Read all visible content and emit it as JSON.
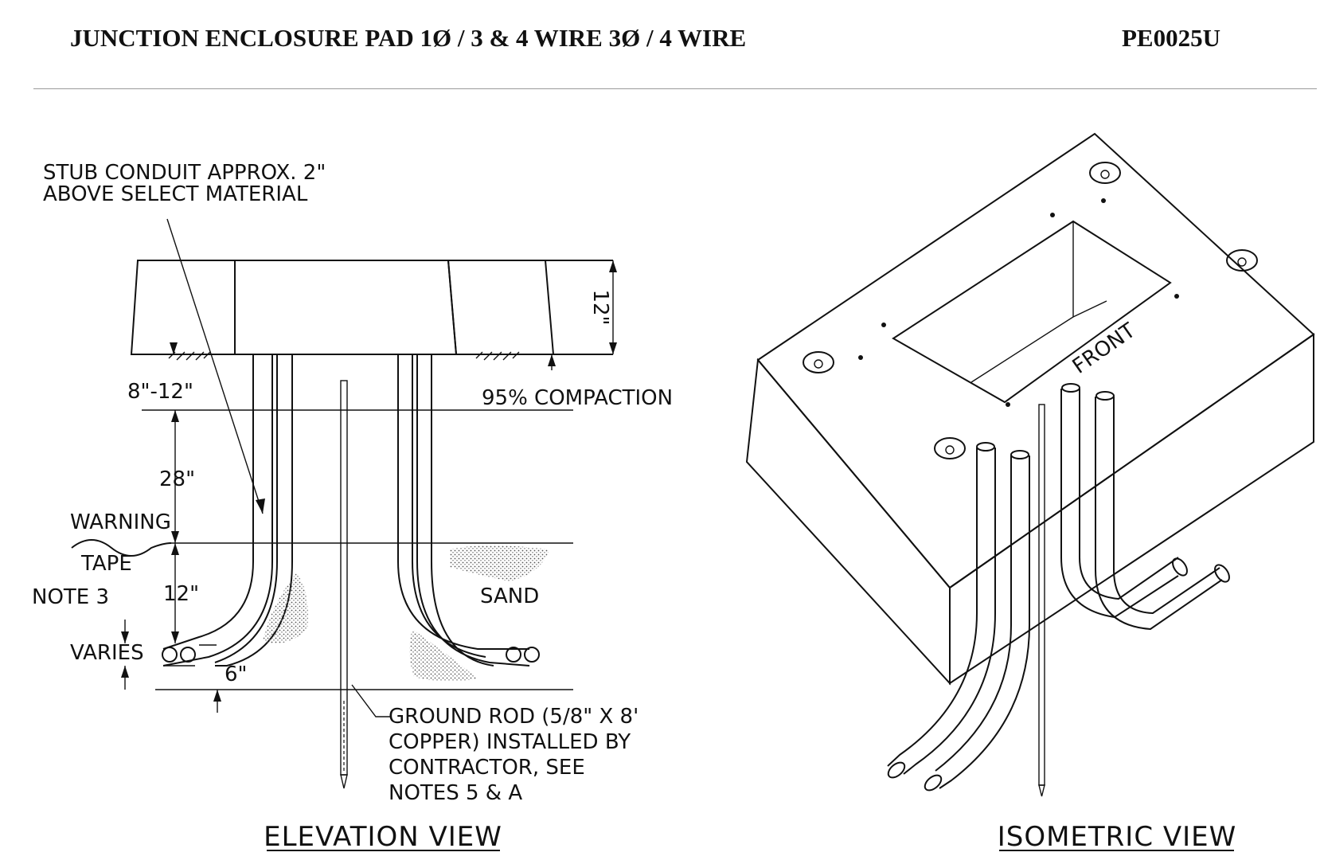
{
  "header": {
    "title": "JUNCTION ENCLOSURE PAD 1Ø / 3 & 4 WIRE 3Ø / 4 WIRE",
    "code": "PE0025U"
  },
  "elevation": {
    "stub_note_1": "STUB CONDUIT APPROX. 2\"",
    "stub_note_2": "ABOVE SELECT MATERIAL",
    "dim_pad": "12\"",
    "dim_top": "8\"-12\"",
    "compaction": "95% COMPACTION",
    "dim_28": "28\"",
    "warning": "WARNING",
    "tape": "TAPE",
    "note3": "NOTE 3",
    "dim_12": "12\"",
    "sand": "SAND",
    "varies": "VARIES",
    "dim_6": "6\"",
    "rod_1": "GROUND ROD (5/8\" X 8'",
    "rod_2": "COPPER) INSTALLED BY",
    "rod_3": "CONTRACTOR, SEE",
    "rod_4": "NOTES 5 & A",
    "view_title": "ELEVATION VIEW"
  },
  "isometric": {
    "front": "FRONT",
    "view_title": "ISOMETRIC VIEW"
  }
}
